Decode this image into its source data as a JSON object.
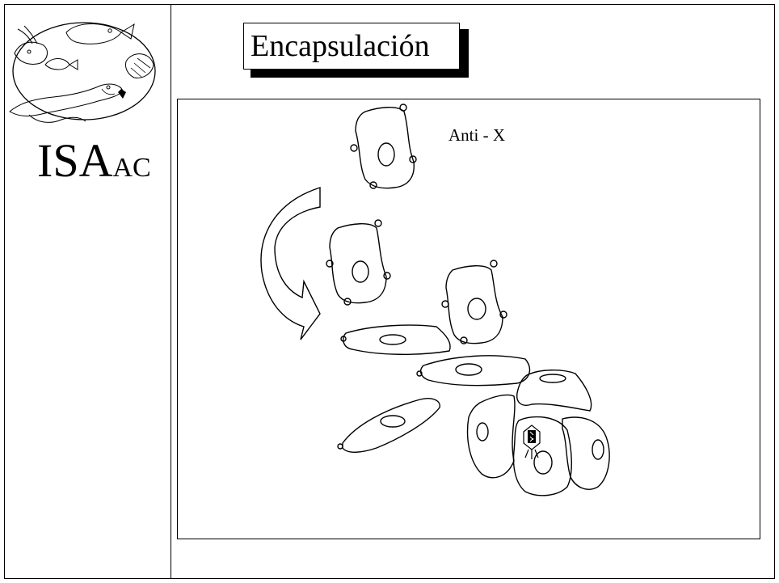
{
  "title": "Encapsulación",
  "brand": {
    "primary": "ISA",
    "secondary": "AC"
  },
  "labels": {
    "antibody": "Anti - X"
  },
  "colors": {
    "ink": "#000000",
    "background": "#ffffff"
  }
}
